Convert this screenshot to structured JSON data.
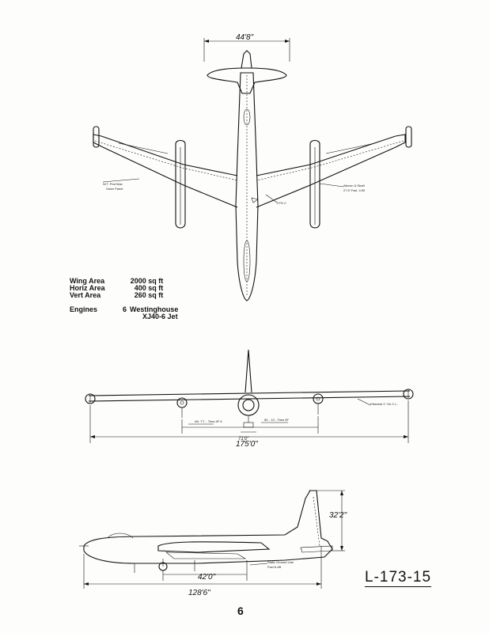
{
  "drawing": {
    "id": "L-173-15",
    "page_number": "6"
  },
  "specs": {
    "rows": [
      {
        "label": "Wing Area",
        "value": "2000 sq ft"
      },
      {
        "label": "Horiz Area",
        "value": "400 sq ft"
      },
      {
        "label": "Vert Area",
        "value": "260 sq ft"
      }
    ],
    "engines_label": "Engines",
    "engines_count": "6",
    "engines_line1": "Westinghouse",
    "engines_line2": "XJ40-6 Jet"
  },
  "dimensions": {
    "tail_span": "44'8\"",
    "wing_span": "175'0\"",
    "tread": "71'0\"",
    "tail_height": "32'2\"",
    "wheelbase": "42'0\"",
    "length": "128'6\""
  }
}
